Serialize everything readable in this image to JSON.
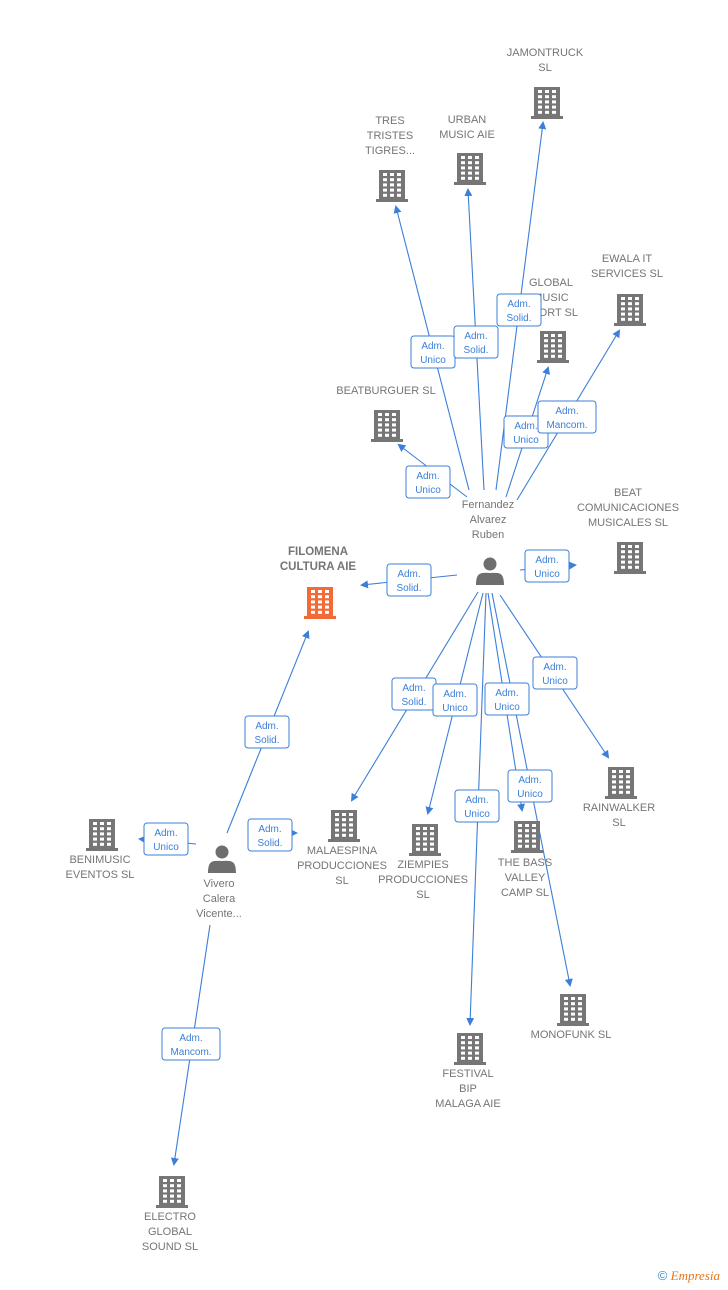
{
  "diagram_title": "",
  "colors": {
    "edge": "#3b7fd9",
    "building": "#767676",
    "highlight": "#f26a35",
    "person": "#6e6e6e",
    "label": "#757575"
  },
  "nodes": {
    "fernandez": {
      "type": "person",
      "lines": [
        "Fernandez",
        "Alvarez",
        "Ruben"
      ],
      "icon": "person-icon"
    },
    "vivero": {
      "type": "person",
      "lines": [
        "Vivero",
        "Calera",
        "Vicente..."
      ],
      "icon": "person-icon"
    },
    "filomena": {
      "type": "company",
      "highlight": true,
      "lines": [
        "FILOMENA",
        "CULTURA AIE"
      ],
      "icon": "building-icon"
    },
    "jamontruck": {
      "type": "company",
      "lines": [
        "JAMONTRUCK",
        "SL"
      ],
      "icon": "building-icon"
    },
    "tres_tristes": {
      "type": "company",
      "lines": [
        "TRES",
        "TRISTES",
        "TIGRES..."
      ],
      "icon": "building-icon"
    },
    "urban_music": {
      "type": "company",
      "lines": [
        "URBAN",
        "MUSIC AIE"
      ],
      "icon": "building-icon"
    },
    "ewala": {
      "type": "company",
      "lines": [
        "EWALA IT",
        "SERVICES  SL"
      ],
      "icon": "building-icon"
    },
    "global_music": {
      "type": "company",
      "lines": [
        "GLOBAL",
        "MUSIC",
        "SPORT  SL"
      ],
      "icon": "building-icon"
    },
    "beatburguer": {
      "type": "company",
      "lines": [
        "BEATBURGUER SL"
      ],
      "icon": "building-icon"
    },
    "beat_com": {
      "type": "company",
      "lines": [
        "BEAT",
        "COMUNICACIONES",
        "MUSICALES SL"
      ],
      "icon": "building-icon"
    },
    "rainwalker": {
      "type": "company",
      "lines": [
        "RAINWALKER",
        "SL"
      ],
      "icon": "building-icon"
    },
    "malaespina": {
      "type": "company",
      "lines": [
        "MALAESPINA",
        "PRODUCCIONES",
        "SL"
      ],
      "icon": "building-icon"
    },
    "ziempies": {
      "type": "company",
      "lines": [
        "ZIEMPIES",
        "PRODUCCIONES",
        "SL"
      ],
      "icon": "building-icon"
    },
    "the_bass": {
      "type": "company",
      "lines": [
        "THE BASS",
        "VALLEY",
        "CAMP  SL"
      ],
      "icon": "building-icon"
    },
    "monofunk": {
      "type": "company",
      "lines": [
        "MONOFUNK SL"
      ],
      "icon": "building-icon"
    },
    "festival_bip": {
      "type": "company",
      "lines": [
        "FESTIVAL",
        "BIP",
        "MALAGA AIE"
      ],
      "icon": "building-icon"
    },
    "benimusic": {
      "type": "company",
      "lines": [
        "BENIMUSIC",
        "EVENTOS  SL"
      ],
      "icon": "building-icon"
    },
    "electro_global": {
      "type": "company",
      "lines": [
        "ELECTRO",
        "GLOBAL",
        "SOUND  SL"
      ],
      "icon": "building-icon"
    }
  },
  "edges": [
    {
      "from": "fernandez",
      "to": "jamontruck",
      "role": [
        "Adm.",
        "Solid."
      ]
    },
    {
      "from": "fernandez",
      "to": "tres_tristes",
      "role": [
        "Adm.",
        "Unico"
      ]
    },
    {
      "from": "fernandez",
      "to": "urban_music",
      "role": [
        "Adm.",
        "Solid."
      ]
    },
    {
      "from": "fernandez",
      "to": "global_music",
      "role": [
        "Adm.",
        "Unico"
      ]
    },
    {
      "from": "fernandez",
      "to": "ewala",
      "role": [
        "Adm.",
        "Mancom."
      ]
    },
    {
      "from": "fernandez",
      "to": "beatburguer",
      "role": [
        "Adm.",
        "Unico"
      ]
    },
    {
      "from": "fernandez",
      "to": "filomena",
      "role": [
        "Adm.",
        "Solid."
      ]
    },
    {
      "from": "fernandez",
      "to": "beat_com",
      "role": [
        "Adm.",
        "Unico"
      ]
    },
    {
      "from": "fernandez",
      "to": "rainwalker",
      "role": [
        "Adm.",
        "Unico"
      ]
    },
    {
      "from": "fernandez",
      "to": "malaespina",
      "role": [
        "Adm.",
        "Solid."
      ]
    },
    {
      "from": "fernandez",
      "to": "ziempies",
      "role": [
        "Adm.",
        "Unico"
      ]
    },
    {
      "from": "fernandez",
      "to": "the_bass",
      "role": [
        "Adm.",
        "Unico"
      ]
    },
    {
      "from": "fernandez",
      "to": "monofunk",
      "role": [
        "Adm.",
        "Unico"
      ]
    },
    {
      "from": "fernandez",
      "to": "festival_bip",
      "role": [
        "Adm.",
        "Unico"
      ]
    },
    {
      "from": "vivero",
      "to": "filomena",
      "role": [
        "Adm.",
        "Solid."
      ]
    },
    {
      "from": "vivero",
      "to": "malaespina",
      "role": [
        "Adm.",
        "Solid."
      ]
    },
    {
      "from": "vivero",
      "to": "benimusic",
      "role": [
        "Adm.",
        "Unico"
      ]
    },
    {
      "from": "vivero",
      "to": "electro_global",
      "role": [
        "Adm.",
        "Mancom."
      ]
    }
  ],
  "footer": {
    "copyright": "©",
    "brand": "Empresia"
  }
}
